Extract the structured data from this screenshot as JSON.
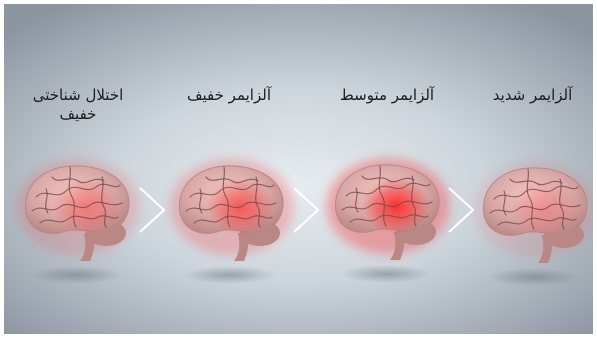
{
  "stages": [
    {
      "label": "اختلال شناختی\nخفیف",
      "intensity": 0.45
    },
    {
      "label": "آلزایمر خفیف",
      "intensity": 0.7
    },
    {
      "label": "آلزایمر متوسط",
      "intensity": 1.0
    },
    {
      "label": "آلزایمر شدید",
      "intensity": 0.3
    }
  ],
  "colors": {
    "brain_base": "#d9a8a6",
    "brain_shadow": "#b98784",
    "fold_line": "#7a4a4c",
    "highlight": "#ff2a2a",
    "arrow": "#ffffff"
  },
  "icons": {
    "arrow": "chevron-right-icon",
    "stage": "brain-icon"
  }
}
